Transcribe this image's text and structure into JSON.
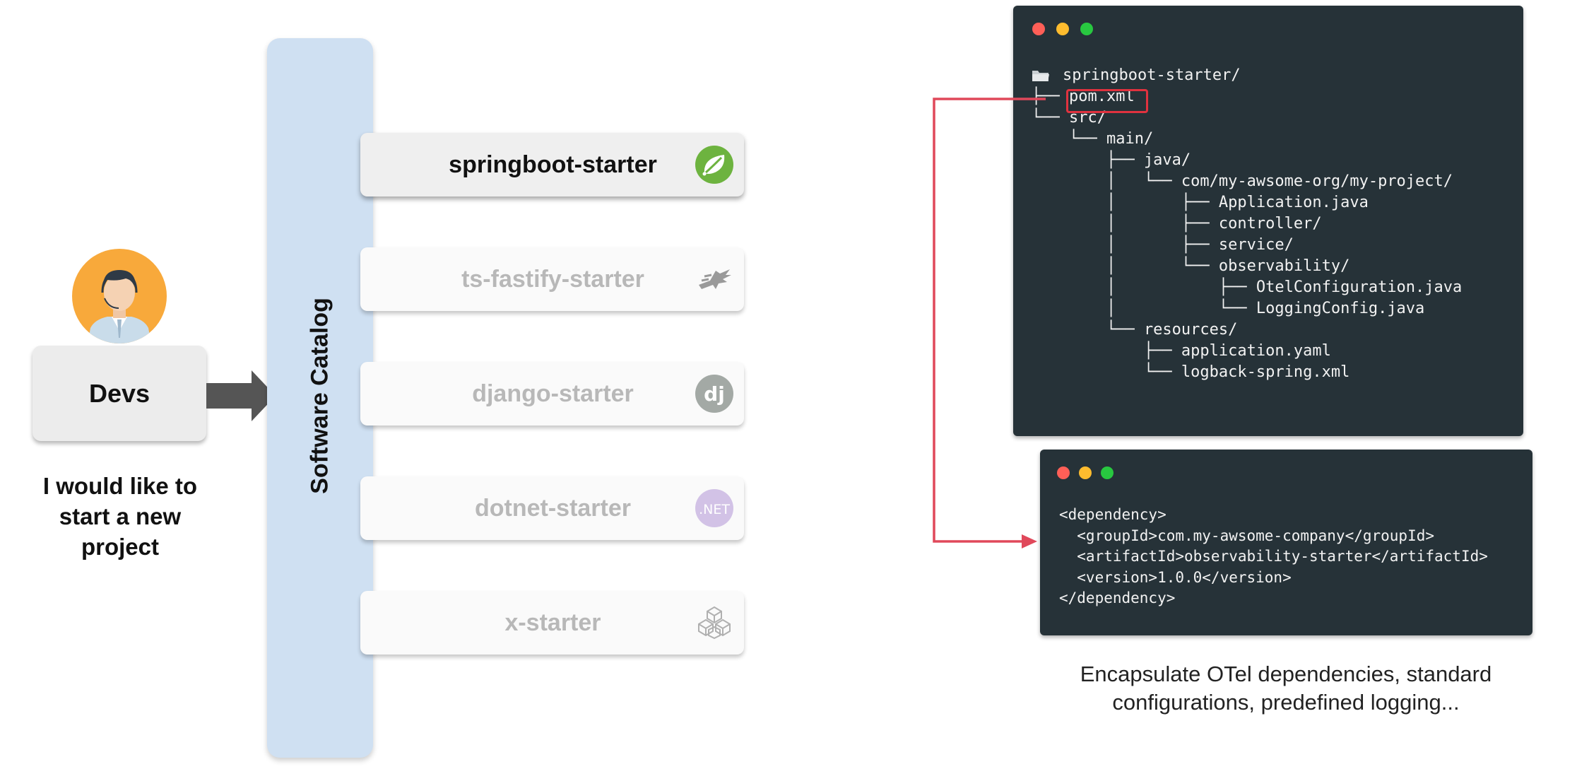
{
  "devs": {
    "label": "Devs",
    "caption": "I would like to start a new project",
    "icon": "developer-avatar-icon"
  },
  "catalog": {
    "label": "Software Catalog"
  },
  "starters": [
    {
      "label": "springboot-starter",
      "icon": "spring-leaf-icon",
      "active": true
    },
    {
      "label": "ts-fastify-starter",
      "icon": "fastify-icon",
      "active": false
    },
    {
      "label": "django-starter",
      "icon": "django-icon",
      "icon_text": "dj",
      "active": false
    },
    {
      "label": "dotnet-starter",
      "icon": "dotnet-icon",
      "icon_text": ".NET",
      "active": false
    },
    {
      "label": "x-starter",
      "icon": "cubes-icon",
      "active": false
    }
  ],
  "project_tree": {
    "root": "springboot-starter/",
    "lines": [
      "├── pom.xml",
      "└── src/",
      "    └── main/",
      "        ├── java/",
      "        │   └── com/my-awsome-org/my-project/",
      "        │       ├── Application.java",
      "        │       ├── controller/",
      "        │       ├── service/",
      "        │       └── observability/",
      "        │           ├── OtelConfiguration.java",
      "        │           └── LoggingConfig.java",
      "        └── resources/",
      "            ├── application.yaml",
      "            └── logback-spring.xml"
    ]
  },
  "dependency_snippet": "<dependency>\n  <groupId>com.my-awsome-company</groupId>\n  <artifactId>observability-starter</artifactId>\n  <version>1.0.0</version>\n</dependency>",
  "bottom_caption": "Encapsulate OTel dependencies, standard configurations, predefined logging...",
  "colors": {
    "terminal_bg": "#263238",
    "dot_red": "#ff5f57",
    "dot_yellow": "#febc2e",
    "dot_green": "#28c840",
    "highlight": "#e0323f",
    "catalog_bg": "#cfe0f2",
    "avatar_bg": "#f8a93b",
    "arrow": "#555555"
  }
}
